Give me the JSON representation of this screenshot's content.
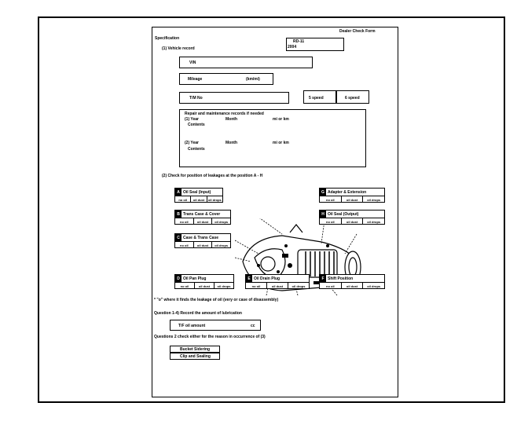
{
  "form": {
    "title": "Dealer Check Form",
    "spec_label": "Specification",
    "vehicle_record_label": "(1) Vehicle record",
    "model_code": "RD-11",
    "model_year": "2004",
    "vin_label": "VIN",
    "mileage_label": "Mileage",
    "mileage_unit": "(km/mi)",
    "tm_label": "T/M No",
    "speed_label": "5 speed",
    "speed_option": "6 speed",
    "repair_title": "Repair and maintenance records if needed",
    "repair1_year": "(1) Year",
    "repair1_month": "Month",
    "repair1_unit": "mi or km",
    "repair1_contents": "Contents",
    "repair2_year": "(2) Year",
    "repair2_month": "Month",
    "repair2_unit": "mi or km",
    "repair2_contents": "Contents",
    "check_label": "(2)   Check for position of leakages at the position A - H",
    "footnote1": "* \"o\" where it finds the leakage of oil (very or case of disassembly)",
    "question_label": "Question 1-4) Record the amount of lubrication",
    "oil_label": "T/F oil amount",
    "oil_unit": "cc",
    "question2_label": "Questions 2 check either for the reason in occurrence of (3)",
    "option1": "Bucket Sidering",
    "option2": "Clip and Sealing"
  },
  "positions": [
    {
      "key": "A",
      "name": "Oil Seal (Input)",
      "cols": [
        "no oil",
        "oil dust",
        "oil drops"
      ]
    },
    {
      "key": "B",
      "name": "Trans Case & Cover",
      "cols": [
        "no oil",
        "oil dust",
        "oil drops"
      ]
    },
    {
      "key": "C",
      "name": "Case & Trans Case",
      "cols": [
        "no oil",
        "oil dust",
        "oil drops"
      ]
    },
    {
      "key": "D",
      "name": "Oil Pan Plug",
      "cols": [
        "no oil",
        "oil dust",
        "oil drops"
      ]
    },
    {
      "key": "E",
      "name": "Oil Drain Plug",
      "cols": [
        "no oil",
        "oil dust",
        "oil drops"
      ]
    },
    {
      "key": "F",
      "name": "Shift Position",
      "cols": [
        "no oil",
        "oil dust",
        "oil drops"
      ]
    },
    {
      "key": "G",
      "name": "Adapter & Extension",
      "cols": [
        "no oil",
        "oil dust",
        "oil drops"
      ]
    },
    {
      "key": "H",
      "name": "Oil Seal (Output)",
      "cols": [
        "no oil",
        "oil dust",
        "oil drops"
      ]
    }
  ]
}
